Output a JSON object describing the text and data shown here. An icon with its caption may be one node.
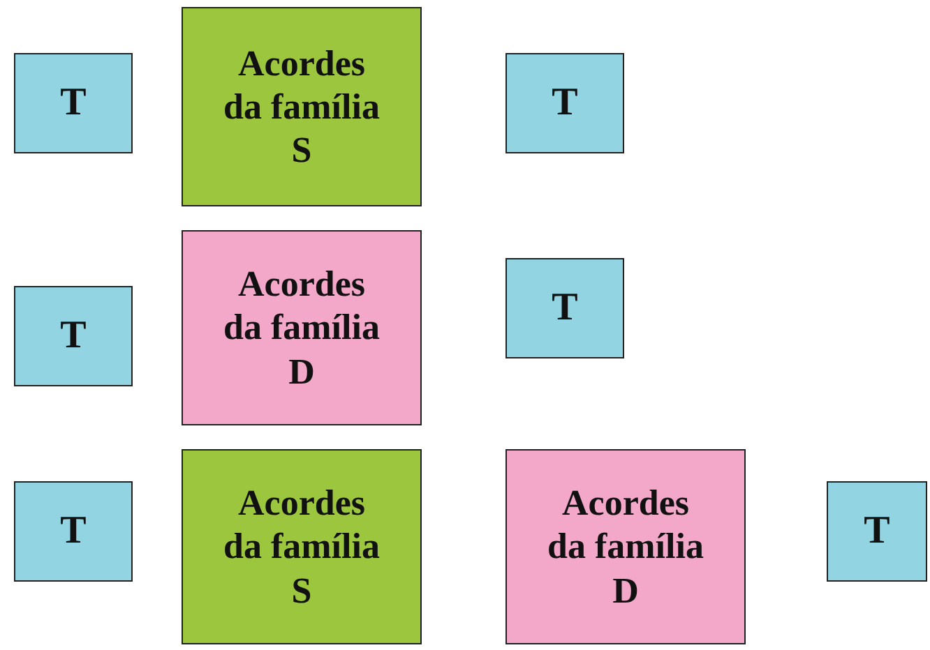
{
  "diagram": {
    "nodes": [
      {
        "text": [
          "T"
        ]
      },
      {
        "text": [
          "Acordes da família S"
        ]
      },
      {
        "text": [
          "T"
        ]
      },
      {
        "text": [
          "T"
        ]
      },
      {
        "text": [
          "Acordes da família D"
        ]
      },
      {
        "text": [
          "T"
        ]
      },
      {
        "text": [
          "T"
        ]
      },
      {
        "text": [
          "Acordes da família S"
        ]
      },
      {
        "text": [
          "Acordes da família D"
        ]
      },
      {
        "text": [
          "T"
        ]
      }
    ]
  }
}
